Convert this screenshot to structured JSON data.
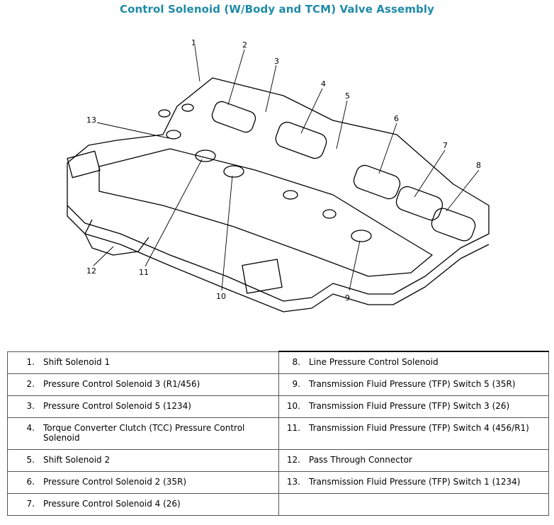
{
  "title": "Control Solenoid (W/Body and TCM) Valve Assembly",
  "callouts": [
    "1",
    "2",
    "3",
    "4",
    "5",
    "6",
    "7",
    "8",
    "9",
    "10",
    "11",
    "12",
    "13"
  ],
  "legend": [
    {
      "left": {
        "num": "1.",
        "text": "Shift Solenoid 1"
      },
      "right": {
        "num": "8.",
        "text": "Line Pressure Control Solenoid"
      }
    },
    {
      "left": {
        "num": "2.",
        "text": "Pressure Control Solenoid 3 (R1/456)"
      },
      "right": {
        "num": "9.",
        "text": "Transmission Fluid Pressure (TFP) Switch 5 (35R)"
      }
    },
    {
      "left": {
        "num": "3.",
        "text": "Pressure Control Solenoid 5 (1234)"
      },
      "right": {
        "num": "10.",
        "text": "Transmission Fluid Pressure (TFP) Switch 3 (26)"
      }
    },
    {
      "left": {
        "num": "4.",
        "text": "Torque Converter Clutch (TCC) Pressure Control Solenoid"
      },
      "right": {
        "num": "11.",
        "text": "Transmission Fluid Pressure (TFP) Switch 4 (456/R1)"
      }
    },
    {
      "left": {
        "num": "5.",
        "text": "Shift Solenoid 2"
      },
      "right": {
        "num": "12.",
        "text": "Pass Through Connector"
      }
    },
    {
      "left": {
        "num": "6.",
        "text": "Pressure Control Solenoid 2 (35R)"
      },
      "right": {
        "num": "13.",
        "text": "Transmission Fluid Pressure (TFP) Switch 1 (1234)"
      }
    },
    {
      "left": {
        "num": "7.",
        "text": "Pressure Control Solenoid 4 (26)"
      },
      "right": {
        "num": "",
        "text": ""
      }
    }
  ]
}
